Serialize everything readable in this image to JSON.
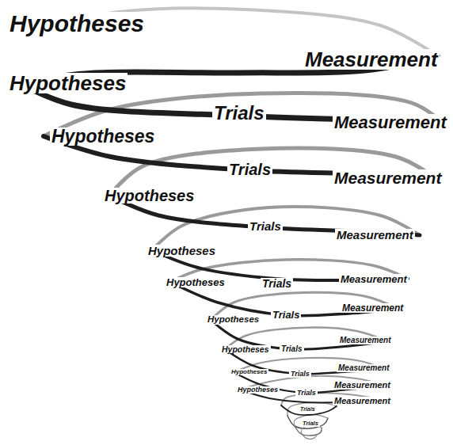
{
  "diagram": {
    "labels": [
      "Hypotheses",
      "Measurement",
      "Hypotheses",
      "Trials",
      "Measurement",
      "Hypotheses",
      "Trials",
      "Measurement",
      "Hypotheses",
      "Trials",
      "Measurement",
      "Hypotheses",
      "Measurement",
      "Hypotheses",
      "Trials",
      "Measurement",
      "Trials",
      "Hypotheses",
      "Measurement",
      "Hypotheses",
      "Trials",
      "Measurement",
      "Hypotheses",
      "Trials",
      "Measurement",
      "Hypotheses",
      "Trials",
      "Measurement",
      "Trials",
      "Trials"
    ]
  }
}
